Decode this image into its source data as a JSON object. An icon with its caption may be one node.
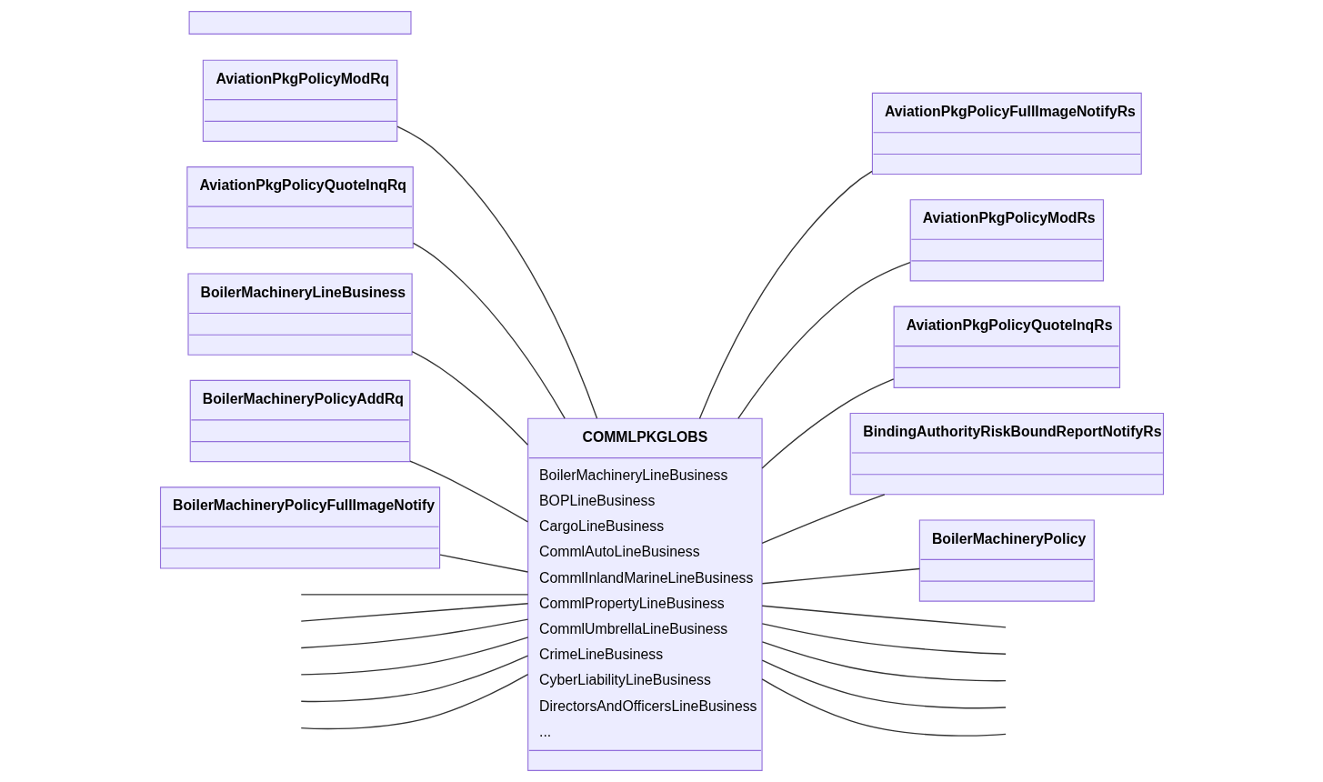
{
  "diagram": {
    "nodes": [
      {
        "text": [
          "COMMLPKGLOBS",
          "BoilerMachineryLineBusiness",
          "BOPLineBusiness",
          "CargoLineBusiness",
          "CommlAutoLineBusiness",
          "CommlInlandMarineLineBusiness",
          "CommlPropertyLineBusiness",
          "CommlUmbrellaLineBusiness",
          "CrimeLineBusiness",
          "CyberLiabilityLineBusiness",
          "DirectorsAndOfficersLineBusiness",
          "..."
        ]
      },
      {
        "text": [],
        "shape": "box"
      },
      {
        "text": [
          "AviationPkgPolicyModRq"
        ]
      },
      {
        "text": [
          "AviationPkgPolicyQuoteInqRq"
        ]
      },
      {
        "text": [
          "BoilerMachineryLineBusiness"
        ]
      },
      {
        "text": [
          "BoilerMachineryPolicyAddRq"
        ]
      },
      {
        "text": [
          "BoilerMachineryPolicyFullImageNotify"
        ]
      },
      {
        "text": [
          "AviationPkgPolicyFullImageNotifyRs"
        ]
      },
      {
        "text": [
          "AviationPkgPolicyModRs"
        ]
      },
      {
        "text": [
          "AviationPkgPolicyQuoteInqRs"
        ]
      },
      {
        "text": [
          "BindingAuthorityRiskBoundReportNotifyRs"
        ]
      },
      {
        "text": [
          "BoilerMachineryPolicy"
        ]
      }
    ],
    "edges": [
      {
        "from": 2,
        "to": 0,
        "arrow": "none"
      },
      {
        "from": 3,
        "to": 0,
        "arrow": "none"
      },
      {
        "from": 4,
        "to": 0,
        "arrow": "none"
      },
      {
        "from": 5,
        "to": 0,
        "arrow": "none"
      },
      {
        "from": 6,
        "to": 0,
        "arrow": "none"
      },
      {
        "from": 0,
        "to": 7,
        "arrow": "none"
      },
      {
        "from": 0,
        "to": 8,
        "arrow": "none"
      },
      {
        "from": 0,
        "to": 9,
        "arrow": "none"
      },
      {
        "from": 0,
        "to": 10,
        "arrow": "none"
      },
      {
        "from": 0,
        "to": 11,
        "arrow": "none"
      },
      {
        "from": null,
        "to": 0,
        "arrow": "none"
      },
      {
        "from": null,
        "to": 0,
        "arrow": "none"
      },
      {
        "from": null,
        "to": 0,
        "arrow": "none"
      },
      {
        "from": 0,
        "to": null,
        "arrow": "none"
      },
      {
        "from": 0,
        "to": null,
        "arrow": "none"
      },
      {
        "from": null,
        "to": 0,
        "arrow": "none"
      },
      {
        "from": null,
        "to": 0,
        "arrow": "none"
      },
      {
        "from": null,
        "to": 0,
        "arrow": "none"
      },
      {
        "from": 0,
        "to": null,
        "arrow": "none"
      },
      {
        "from": 0,
        "to": null,
        "arrow": "none"
      },
      {
        "from": 0,
        "to": null,
        "arrow": "none"
      }
    ]
  }
}
